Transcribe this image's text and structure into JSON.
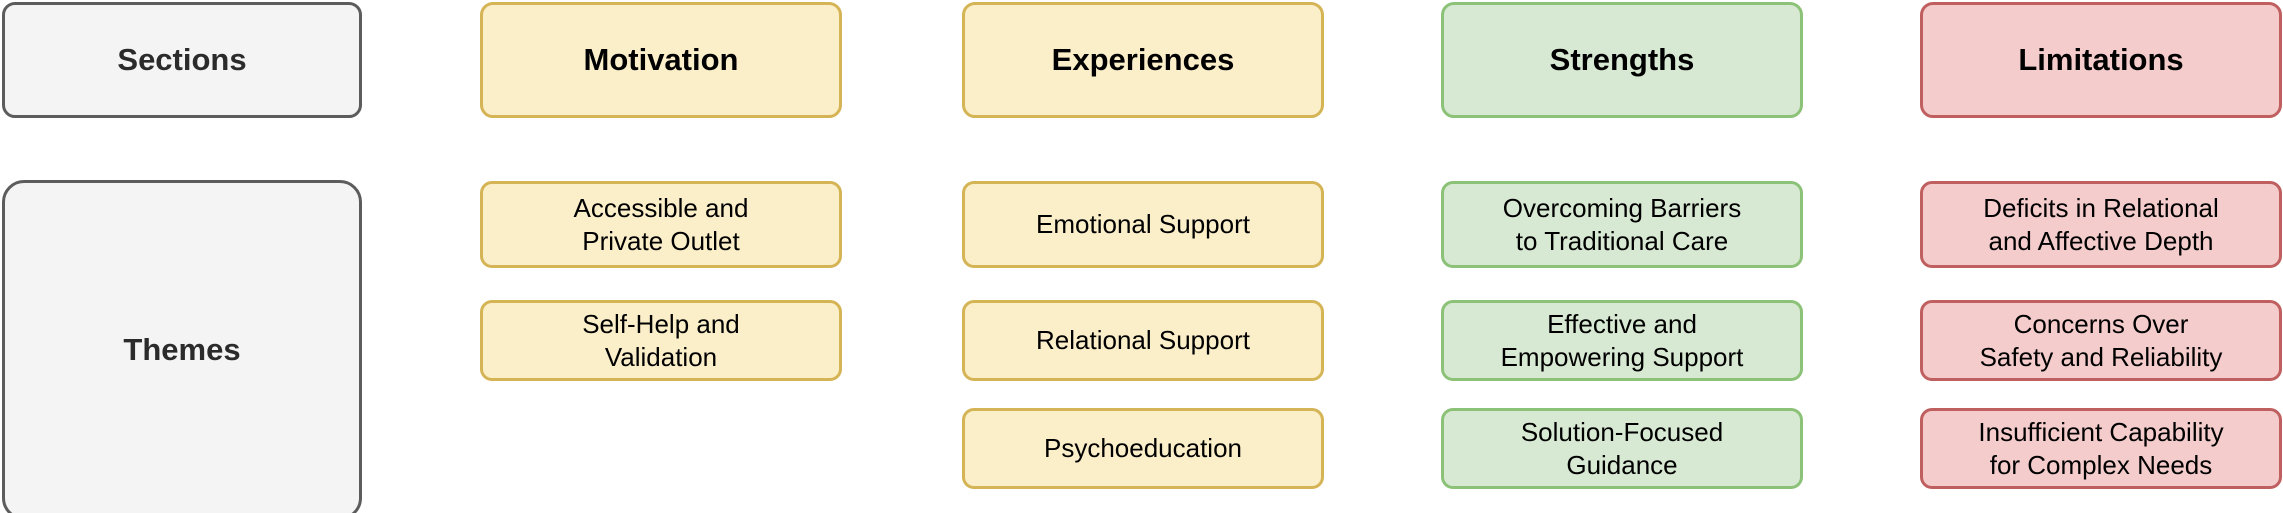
{
  "diagram": {
    "title_row_label": "Sections",
    "theme_row_label": "Themes",
    "palette": {
      "neutral_fill": "#f4f4f4",
      "neutral_border": "#5c5c5c",
      "yellow_fill": "#fbefca",
      "yellow_border": "#d4b455",
      "green_fill": "#d7e9d2",
      "green_border": "#8cc278",
      "red_fill": "#f4cccc",
      "red_border": "#bf5f5f"
    },
    "columns": [
      {
        "header": "Motivation",
        "color": "yellow",
        "themes": [
          "Accessible and\nPrivate Outlet",
          "Self-Help and\nValidation"
        ]
      },
      {
        "header": "Experiences",
        "color": "yellow",
        "themes": [
          "Emotional Support",
          "Relational Support",
          "Psychoeducation"
        ]
      },
      {
        "header": "Strengths",
        "color": "green",
        "themes": [
          "Overcoming Barriers\nto Traditional Care",
          "Effective and\nEmpowering Support",
          "Solution-Focused\nGuidance"
        ]
      },
      {
        "header": "Limitations",
        "color": "red",
        "themes": [
          "Deficits in Relational\nand Affective Depth",
          "Concerns Over\nSafety and Reliability",
          "Insufficient Capability\nfor Complex Needs"
        ]
      }
    ]
  }
}
